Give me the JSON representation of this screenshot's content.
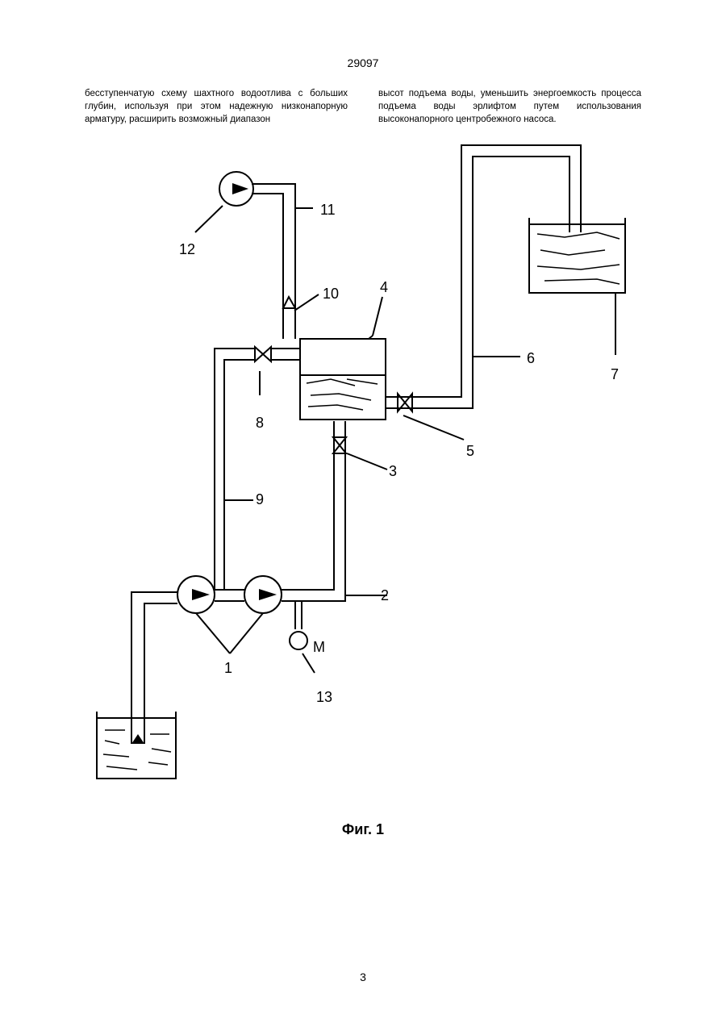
{
  "header": {
    "patent_number": "29097"
  },
  "text": {
    "left_column": "бесступенчатую схему шахтного водоотлива с больших глубин, используя при этом надежную низконапорную арматуру, расширить возможный диапазон",
    "right_column": "высот подъема воды, уменьшить энергоемкость процесса подъема воды эрлифтом путем использования высоконапорного центробежного насоса."
  },
  "figure": {
    "labels": {
      "pumps": "1",
      "pipe_2": "2",
      "valve_3": "3",
      "tank_4": "4",
      "valve_5": "5",
      "pipe_6": "6",
      "tank_7": "7",
      "valve_8": "8",
      "pipe_9": "9",
      "check_valve_10": "10",
      "pipe_11": "11",
      "pump_12": "12",
      "manometer_13": "13",
      "manometer_letter": "M"
    },
    "caption": "Фиг. 1"
  },
  "footer": {
    "page_number": "3"
  }
}
